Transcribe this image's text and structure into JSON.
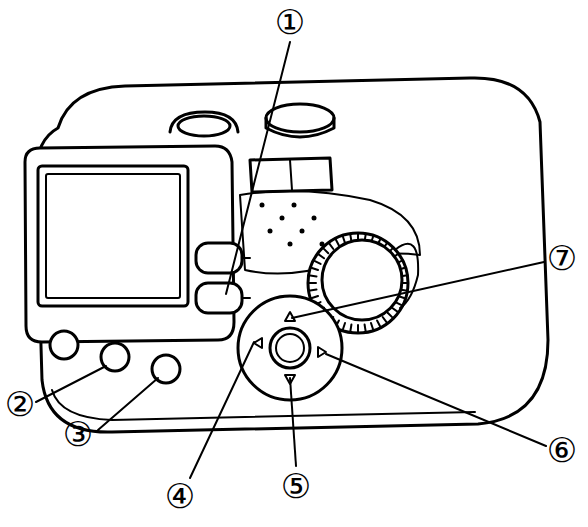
{
  "diagram": {
    "labels": [
      "①",
      "②",
      "③",
      "④",
      "⑤",
      "⑥",
      "⑦"
    ]
  }
}
